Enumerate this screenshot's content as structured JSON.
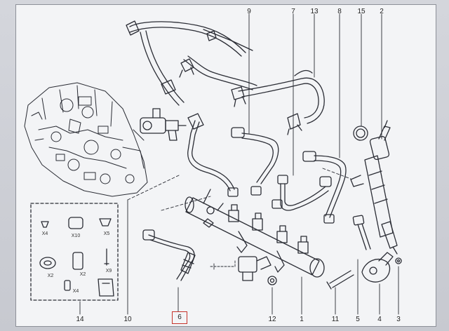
{
  "diagram": {
    "callouts": {
      "c9": "9",
      "c7": "7",
      "c13": "13",
      "c8": "8",
      "c15": "15",
      "c2": "2",
      "c14": "14",
      "c10": "10",
      "c6": "6",
      "c12": "12",
      "c1": "1",
      "c11": "11",
      "c5": "5",
      "c4": "4",
      "c3": "3"
    },
    "kit_labels": {
      "x4a": "X4",
      "x10": "X10",
      "x5": "X5",
      "x2a": "X2",
      "x2b": "X2",
      "x9": "X9",
      "x4b": "X4"
    },
    "highlighted_callout": "6",
    "colors": {
      "line": "#2a2c34",
      "highlight": "#c6332b",
      "paper": "#f3f4f6"
    }
  }
}
